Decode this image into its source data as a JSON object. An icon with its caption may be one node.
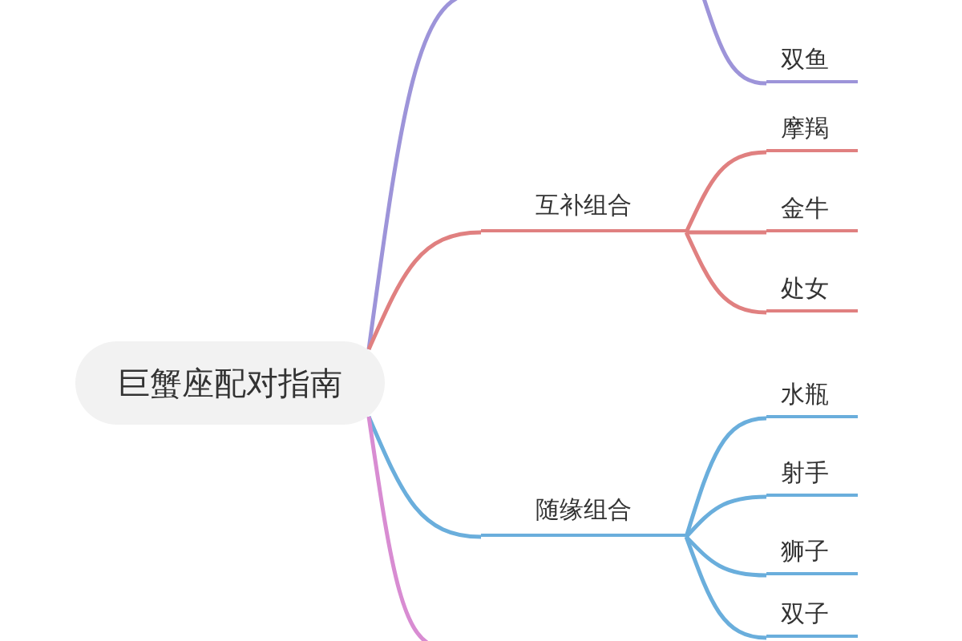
{
  "diagram": {
    "nodes": [
      {
        "text": [
          "巨蟹座配对指南"
        ]
      },
      {
        "text": [
          "双鱼"
        ]
      },
      {
        "text": [
          "互补组合"
        ]
      },
      {
        "text": [
          "摩羯"
        ]
      },
      {
        "text": [
          "金牛"
        ]
      },
      {
        "text": [
          "处女"
        ]
      },
      {
        "text": [
          "随缘组合"
        ]
      },
      {
        "text": [
          "水瓶"
        ]
      },
      {
        "text": [
          "射手"
        ]
      },
      {
        "text": [
          "狮子"
        ]
      },
      {
        "text": [
          "双子"
        ]
      }
    ],
    "edges": [
      {
        "from": 0,
        "to": null,
        "arrow": "none",
        "color": "#9d94d9"
      },
      {
        "from": null,
        "to": 1,
        "arrow": "none",
        "color": "#9d94d9"
      },
      {
        "from": 0,
        "to": 2,
        "arrow": "none",
        "color": "#e08080"
      },
      {
        "from": 2,
        "to": 3,
        "arrow": "none",
        "color": "#e08080"
      },
      {
        "from": 2,
        "to": 4,
        "arrow": "none",
        "color": "#e08080"
      },
      {
        "from": 2,
        "to": 5,
        "arrow": "none",
        "color": "#e08080"
      },
      {
        "from": 0,
        "to": 6,
        "arrow": "none"
      },
      {
        "from": 6,
        "to": 7,
        "arrow": "none"
      },
      {
        "from": 6,
        "to": 8,
        "arrow": "none"
      },
      {
        "from": 6,
        "to": 9,
        "arrow": "none"
      },
      {
        "from": 6,
        "to": 10,
        "arrow": "none"
      },
      {
        "from": 0,
        "to": null,
        "arrow": "none",
        "color": "#d88cd2"
      }
    ]
  }
}
